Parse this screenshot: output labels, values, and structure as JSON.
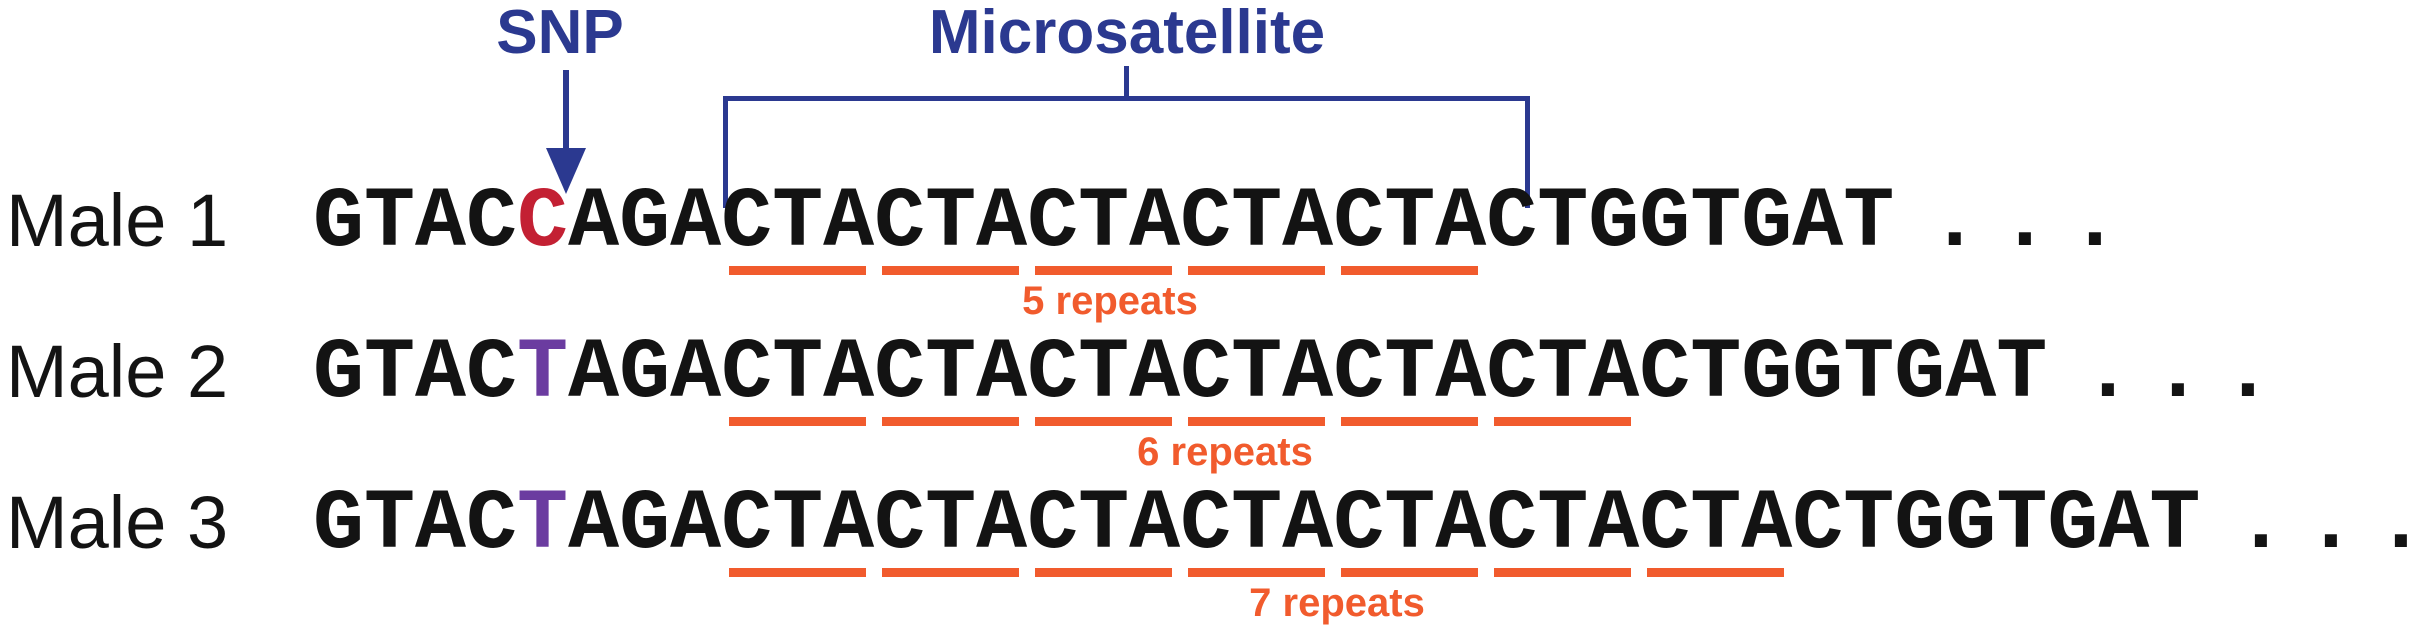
{
  "annotations": {
    "snp_label": "SNP",
    "microsatellite_label": "Microsatellite"
  },
  "rows": [
    {
      "name": "Male 1",
      "prefix": "GTAC",
      "snp": "C",
      "snp_color": "#C32033",
      "mid": "AGA",
      "repeat_unit": "CTA",
      "repeat_count": 5,
      "suffix": "CTGGTGAT",
      "ellipsis": " . . .",
      "full_sequence": "GTACCAGACTACTACTACTACTACTGGTGAT . . .",
      "repeats_label": "5 repeats"
    },
    {
      "name": "Male 2",
      "prefix": "GTAC",
      "snp": "T",
      "snp_color": "#6B3CA0",
      "mid": "AGA",
      "repeat_unit": "CTA",
      "repeat_count": 6,
      "suffix": "CTGGTGAT",
      "ellipsis": " . . .",
      "full_sequence": "GTACTAGACTACTACTACTACTACTACTGGTGAT . . .",
      "repeats_label": "6 repeats"
    },
    {
      "name": "Male 3",
      "prefix": "GTAC",
      "snp": "T",
      "snp_color": "#6B3CA0",
      "mid": "AGA",
      "repeat_unit": "CTA",
      "repeat_count": 7,
      "suffix": "CTGGTGAT",
      "ellipsis": " . . .",
      "full_sequence": "GTACTAGACTACTACTACTACTACTACTACTGGTGAT . . .",
      "repeats_label": "7 repeats"
    }
  ],
  "colors": {
    "blue": "#2B3990",
    "orange": "#F15B2D",
    "red": "#C32033",
    "purple": "#6B3CA0",
    "black": "#131313"
  }
}
